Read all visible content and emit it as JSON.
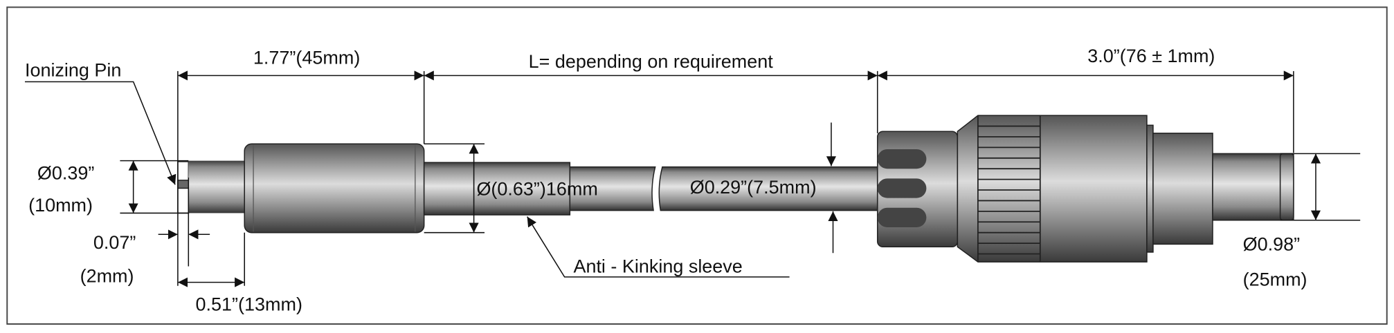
{
  "diagram": {
    "labels": {
      "ionizing_pin": "Ionizing Pin",
      "length_tip": "1.77”(45mm)",
      "length_cable": "L= depending on requirement",
      "length_connector": "3.0”(76 ± 1mm)",
      "pin_dia_in": "Ø0.39”",
      "pin_dia_mm": "(10mm)",
      "pin_len_in": "0.07”",
      "pin_len_mm": "(2mm)",
      "tip_len": "0.51”(13mm)",
      "sleeve_dia": "Ø(0.63”)16mm",
      "cable_dia": "Ø0.29”(7.5mm)",
      "anti_kinking": "Anti - Kinking sleeve",
      "connector_dia_in": "Ø0.98”",
      "connector_dia_mm": "(25mm)"
    },
    "colors": {
      "metal_light": "#e6e6e6",
      "metal_dark": "#3a3a3a",
      "line": "#111111"
    }
  }
}
